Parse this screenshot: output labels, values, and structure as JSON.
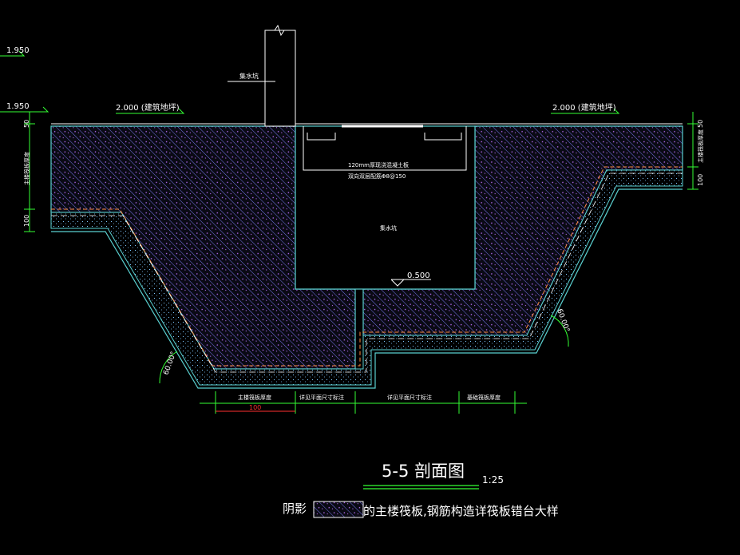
{
  "drawing": {
    "elevations": {
      "left_top": "1.950",
      "left_mid": "1.950",
      "left_finish": "2.000 (建筑地坪)",
      "right_finish": "2.000 (建筑地坪)",
      "pit_bottom": "0.500"
    },
    "labels": {
      "wall": "集水坑",
      "slab_note_line1": "120mm厚现浇混凝土板",
      "slab_note_line2": "双向双层配筋Φ8@150",
      "pit_center": "集水坑",
      "left_dim_50": "50",
      "left_dim_main": "主楼筏板厚度",
      "left_dim_100": "100",
      "right_dim_50": "50",
      "right_dim_main": "主楼筏板厚度",
      "right_dim_100": "100",
      "angle_left": "60.00°",
      "angle_right": "60.00°"
    },
    "bottom_dims": {
      "seg1": "主楼筏板厚度",
      "seg2": "详见平面尺寸标注",
      "seg3": "详见平面尺寸标注",
      "seg4": "基础筏板厚度",
      "red_dim": "100"
    },
    "title": {
      "main": "5-5 剖面图",
      "scale": "1:25"
    },
    "legend": {
      "prefix": "阴影",
      "suffix": "的主楼筏板,钢筋构造详筏板错台大样"
    },
    "colors": {
      "background": "#000000",
      "outline": "#5ad0d0",
      "hatch": "#8080ff",
      "hatch_dots": "#b060ff",
      "white": "#ffffff",
      "green": "#33ff33",
      "red": "#ff3030",
      "orange": "#ff8c40"
    }
  }
}
